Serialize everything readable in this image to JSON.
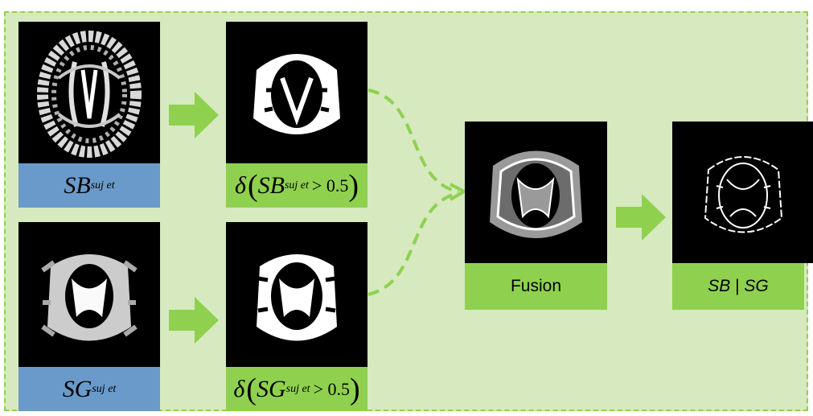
{
  "colors": {
    "frame_bg": "#d6e9bf",
    "frame_border": "#8fd14f",
    "blue_label": "#6a9ac9",
    "green_label": "#8fd14f"
  },
  "labels": {
    "sb": {
      "main": "SB",
      "sub": "suj et"
    },
    "sg": {
      "main": "SG",
      "sub": "suj et"
    },
    "delta_sb": {
      "delta": "δ",
      "main": "SB",
      "sub": "suj et",
      "rel": "> 0.5"
    },
    "delta_sg": {
      "delta": "δ",
      "main": "SG",
      "sub": "suj et",
      "rel": "> 0.5"
    },
    "fusion": "Fusion",
    "result": {
      "left": "SB",
      "sep": "|",
      "right": "SG"
    }
  },
  "images": {
    "sb_prob": "white matter probability map (axial brain slice)",
    "sb_bin": "white matter binary mask",
    "sg_prob": "grey matter probability map",
    "sg_bin": "grey matter binary mask",
    "fusion": "fused segmentation map",
    "contour": "SB | SG interface contour"
  },
  "icons": {
    "arrows": "right-arrow-icon",
    "connectors": "dashed-curve-connector"
  }
}
